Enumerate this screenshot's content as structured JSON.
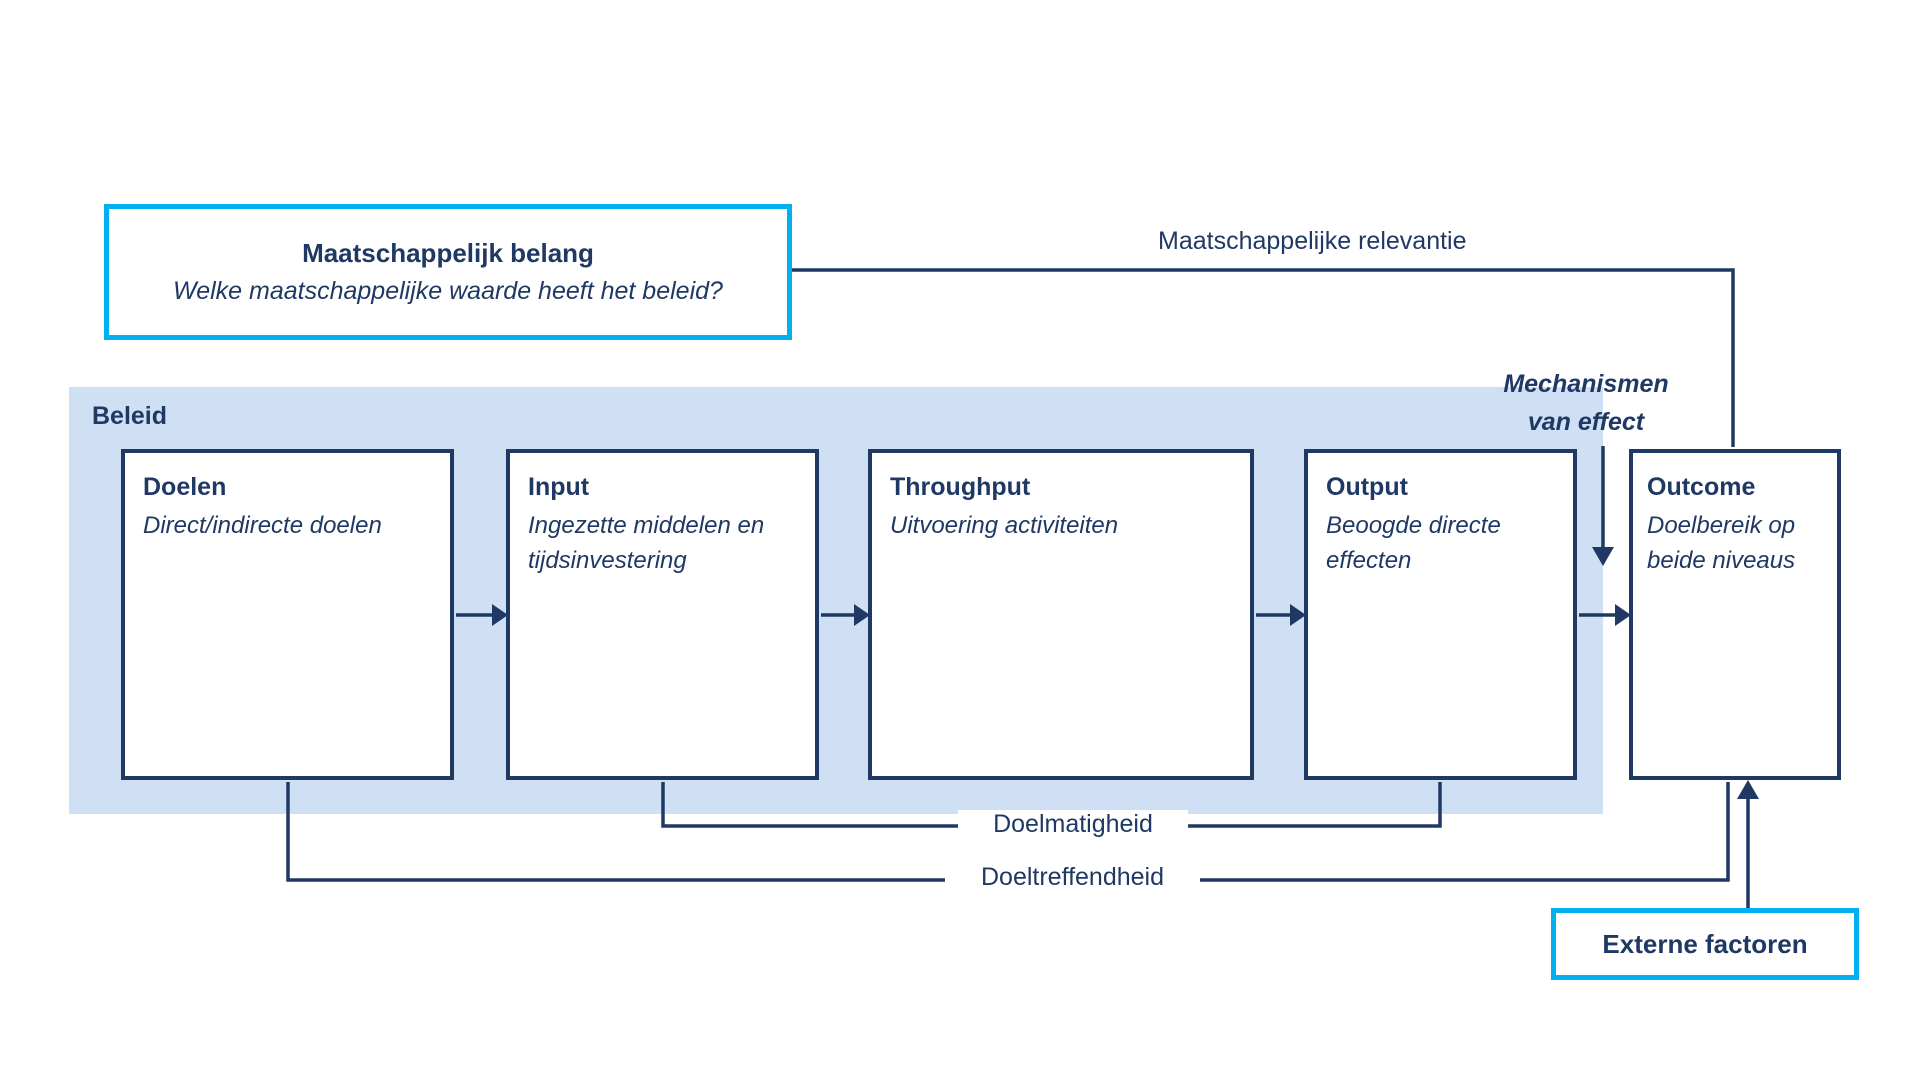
{
  "colors": {
    "navy": "#1f3864",
    "cyan": "#00b0f0",
    "light_blue": "#cfe0f5"
  },
  "top_box": {
    "title": "Maatschappelijk belang",
    "subtitle": "Welke maatschappelijke waarde heeft het beleid?"
  },
  "labels": {
    "relevantie": "Maatschappelijke relevantie",
    "beleid": "Beleid",
    "mechanismen_line1": "Mechanismen",
    "mechanismen_line2": "van effect",
    "doelmatigheid": "Doelmatigheid",
    "doeltreffendheid": "Doeltreffendheid"
  },
  "boxes": [
    {
      "id": "doelen",
      "title": "Doelen",
      "subtitle": "Direct/indirecte doelen"
    },
    {
      "id": "input",
      "title": "Input",
      "subtitle": "Ingezette middelen en tijdsinvestering"
    },
    {
      "id": "throughput",
      "title": "Throughput",
      "subtitle": "Uitvoering activiteiten"
    },
    {
      "id": "output",
      "title": "Output",
      "subtitle": "Beoogde directe effecten"
    },
    {
      "id": "outcome",
      "title": "Outcome",
      "subtitle": "Doelbereik op beide niveaus"
    }
  ],
  "externe": {
    "label": "Externe factoren"
  }
}
